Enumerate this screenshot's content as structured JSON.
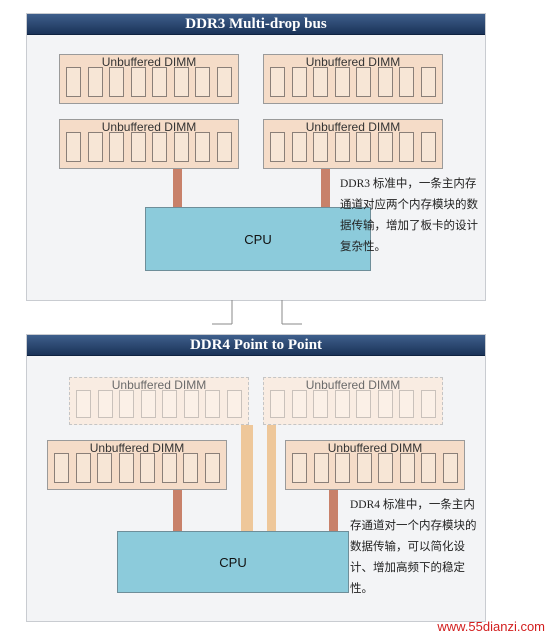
{
  "top_panel": {
    "title": "DDR3 Multi-drop bus",
    "dimm_label": "Unbuffered DIMM",
    "cpu_label": "CPU",
    "note": "DDR3 标准中，一条主内存通道对应两个内存模块的数据传输，增加了板卡的设计复杂性。"
  },
  "bottom_panel": {
    "title": "DDR4 Point to Point",
    "dimm_label": "Unbuffered DIMM",
    "cpu_label": "CPU",
    "note": "DDR4 标准中，一条主内存通道对一个内存模块的数据传输，可以简化设计、增加高频下的稳定性。"
  },
  "watermark": "www.55dianzi.com",
  "colors": {
    "title_bar": "#1a3358",
    "dimm_fill": "#f5dcc8",
    "cpu_fill": "#8ccbdb",
    "bus_dark": "#c8816a",
    "bus_light": "#eec79a"
  }
}
